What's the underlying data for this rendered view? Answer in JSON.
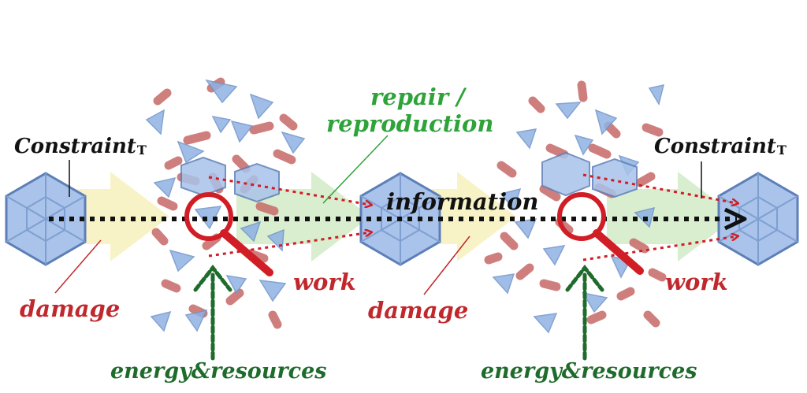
{
  "labels": {
    "constraint_left": "Constraint",
    "constraint_left_sub": "T",
    "constraint_right": "Constraint",
    "constraint_right_sub": "T",
    "repair_line1": "repair /",
    "repair_line2": "reproduction",
    "information": "information",
    "damage_left": "damage",
    "damage_mid": "damage",
    "work_left": "work",
    "work_right": "work",
    "energy_left": "energy&resources",
    "energy_right": "energy&resources"
  },
  "colors": {
    "text_black": "#111111",
    "text_red": "#c0282d",
    "text_green": "#2ea33a",
    "text_dark_green": "#1f6b2c",
    "capsid_fill": "#a9c3ea",
    "capsid_stroke": "#5d7fb8",
    "fragment_red": "#c9726f",
    "fragment_blue": "#8fb2e3",
    "yellow_arrow": "#f6f0b8",
    "green_arrow": "#cfe9c3",
    "magnifier_red": "#d11d25",
    "arrow_green": "#1f6b2c"
  }
}
